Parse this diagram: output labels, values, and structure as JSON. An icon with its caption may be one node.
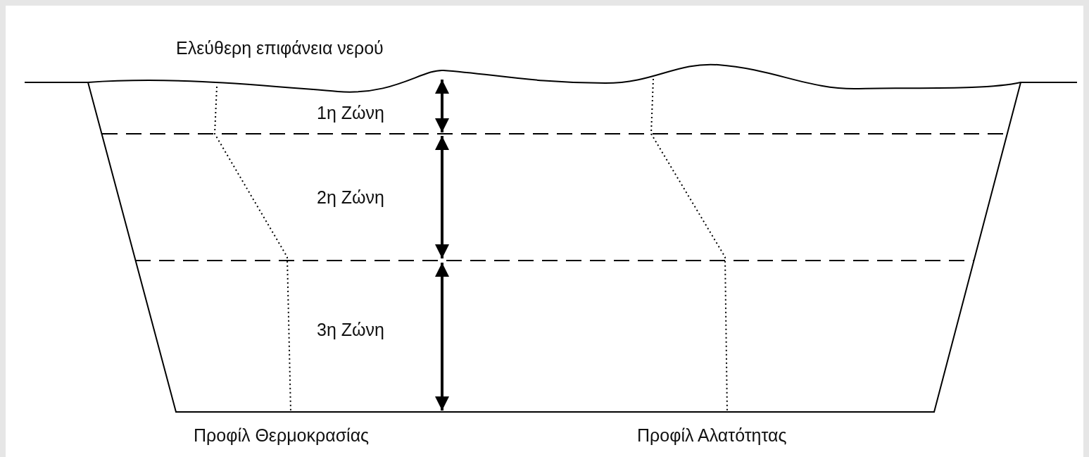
{
  "diagram": {
    "labels": [
      "Ελεύθερη επιφάνεια νερού",
      "1η Ζώνη",
      "2η Ζώνη",
      "3η Ζώνη",
      "Προφίλ Θερμοκρασίας",
      "Προφίλ Αλατότητας"
    ]
  }
}
